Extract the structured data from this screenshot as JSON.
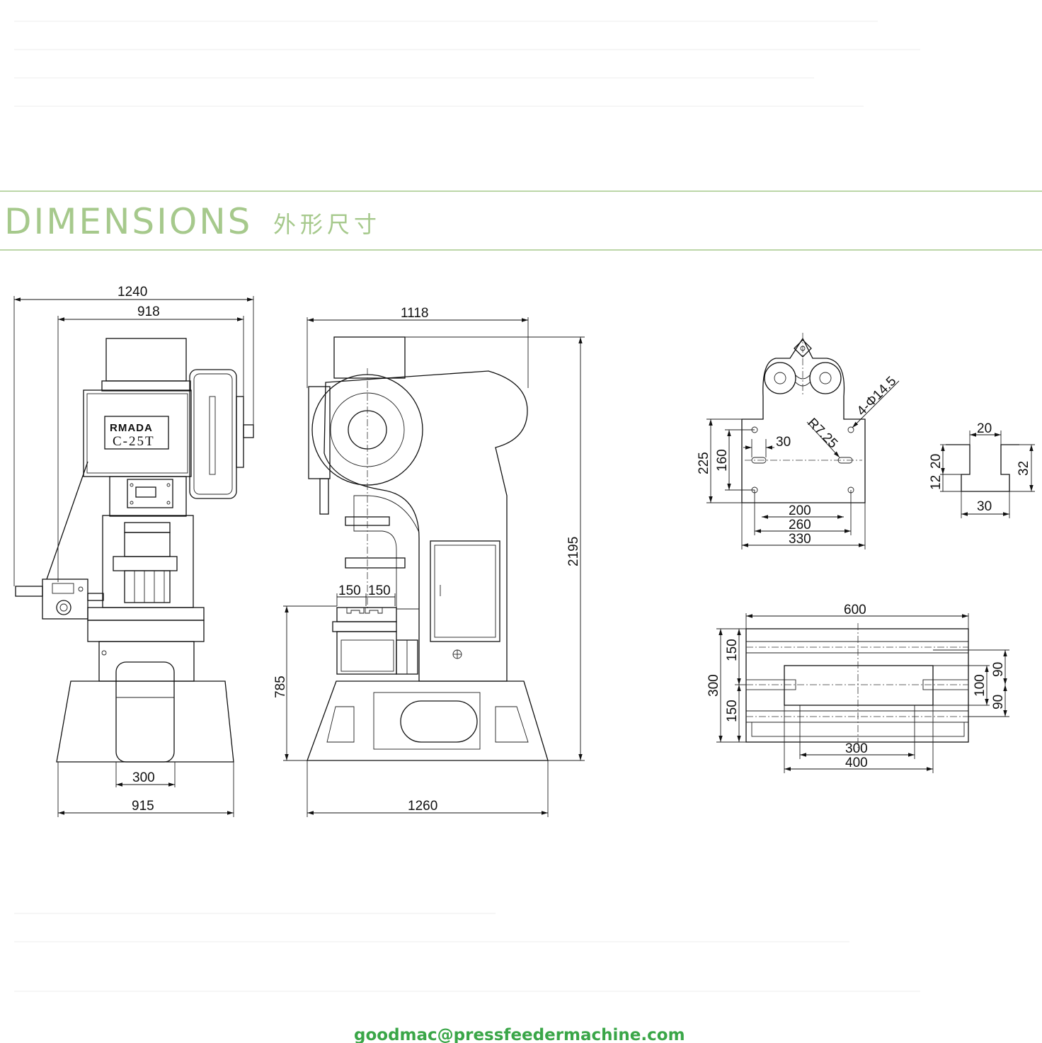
{
  "header": {
    "title": "DIMENSIONS",
    "subtitle": "外形尺寸",
    "accent_color": "#a6c98c"
  },
  "front_view": {
    "brand_label": "RMADA",
    "model_label": "C-25T",
    "dims": {
      "overall_width": "1240",
      "body_width": "918",
      "opening_width": "300",
      "base_width": "915"
    }
  },
  "side_view": {
    "dims": {
      "top_depth": "1118",
      "overall_height": "2195",
      "bed_height": "785",
      "slot_left": "150",
      "slot_right": "150",
      "base_depth": "1260"
    }
  },
  "slide_detail": {
    "dims": {
      "height_outer": "225",
      "height_inner": "160",
      "slot_length": "30",
      "hole_callout": "4-Φ14.5",
      "radius_callout": "R7.25",
      "span_inner": "200",
      "span_mid": "260",
      "span_outer": "330"
    }
  },
  "tslot_detail": {
    "dims": {
      "top_width": "20",
      "neck_height": "20",
      "bottom_height": "12",
      "total_height": "32",
      "bottom_width": "30"
    }
  },
  "bolster_detail": {
    "dims": {
      "width": "600",
      "depth": "300",
      "top_margin": "150",
      "bottom_margin": "150",
      "slot_top": "90",
      "slot_mid": "100",
      "slot_bottom": "90",
      "opening_inner": "300",
      "opening_outer": "400"
    }
  },
  "footer": {
    "email": "goodmac@pressfeedermachine.com",
    "email_color": "#3aa648"
  }
}
